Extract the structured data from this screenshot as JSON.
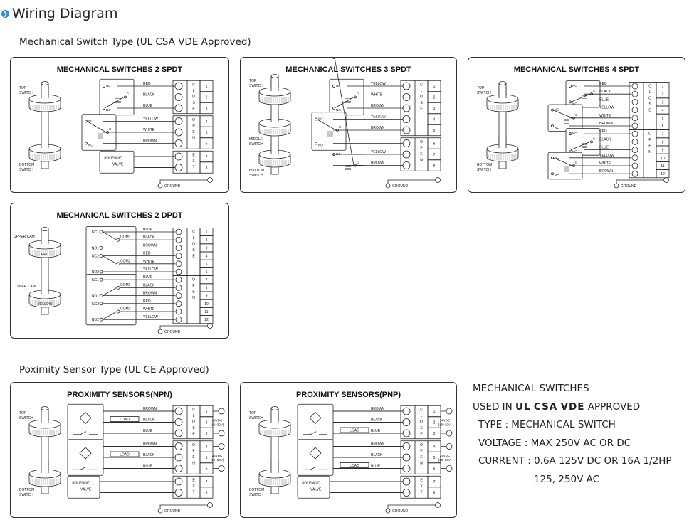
{
  "header": {
    "title": "Wiring Diagram",
    "icon": "chevron-right-circle-icon",
    "accent": "#2a8fd6"
  },
  "sections": {
    "mechanical": "Mechanical Switch Type (UL CSA VDE Approved)",
    "proximity": "Poximity Sensor Type (UL CE Approved)"
  },
  "panels": [
    {
      "id": "mech-2-spdt",
      "title": "MECHANICAL SWITCHES 2 SPDT",
      "cams": [
        "TOP SWITCH",
        "BOTTOM SWITCH"
      ],
      "wires": [
        "RED",
        "BLACK",
        "BLUE",
        "YELLOW",
        "WHITE",
        "BROWN",
        "",
        ""
      ],
      "groups": [
        {
          "label": "CLOSE",
          "numbers": [
            "1",
            "2",
            "3"
          ]
        },
        {
          "label": "OPEN",
          "numbers": [
            "4",
            "5",
            "6"
          ]
        },
        {
          "label": "EXT",
          "numbers": [
            "7",
            "8"
          ]
        }
      ],
      "switches": [
        [
          "NC",
          "C",
          "NO"
        ],
        [
          "NC",
          "C",
          "NO"
        ]
      ],
      "solenoid": "SOLENOID VALVE",
      "ground": "GROUND"
    },
    {
      "id": "mech-3-spdt",
      "title": "MECHANICAL SWITCHES 3 SPDT",
      "cams": [
        "TOP SWITCH",
        "MIDDLE SWITCH",
        "BOTTOM SWITCH"
      ],
      "wires": [
        "YELLOW",
        "WHITE",
        "BROWN",
        "YELLOW",
        "BROWN",
        "",
        "YELLOW",
        "BROWN"
      ],
      "groups": [
        {
          "label": "CLOSE",
          "numbers": [
            "1",
            "2",
            "3",
            "4",
            "5"
          ]
        },
        {
          "label": "OPEN",
          "numbers": [
            "6",
            "7",
            "8"
          ]
        }
      ],
      "switches": [
        [
          "NC",
          "C",
          "NO"
        ],
        [
          "NC",
          "C",
          "NO"
        ],
        [
          "NC",
          "C",
          "NO"
        ]
      ],
      "ground": "GROUND"
    },
    {
      "id": "mech-4-spdt",
      "title": "MECHANICAL SWITCHES 4 SPDT",
      "cams": [
        "TOP SWITCH",
        "BOTTOM SWITCH"
      ],
      "wires": [
        "RED",
        "BLACK",
        "BLUE",
        "YELLOW",
        "WHITE",
        "BROWN",
        "RED",
        "BLACK",
        "BLUE",
        "YELLOW",
        "WHITE",
        "BROWN"
      ],
      "groups": [
        {
          "label": "CLOSE",
          "numbers": [
            "1",
            "2",
            "3",
            "4",
            "5",
            "6"
          ]
        },
        {
          "label": "OPEN",
          "numbers": [
            "7",
            "8",
            "9",
            "10",
            "11",
            "12"
          ]
        }
      ],
      "switches": [
        [
          "NC",
          "C",
          "NO"
        ],
        [
          "NC",
          "C",
          "NO"
        ],
        [
          "NC",
          "C",
          "NO"
        ],
        [
          "NC",
          "C",
          "NO"
        ]
      ],
      "ground": "GROUND"
    },
    {
      "id": "mech-2-dpdt",
      "title": "MECHANICAL SWITCHES 2 DPDT",
      "cams": [
        "UPPER CAM",
        "LOWER CAM"
      ],
      "cam_colors": [
        "RED",
        "YELLOW"
      ],
      "wires": [
        "BLUE",
        "BLACK",
        "BROWN",
        "RED",
        "WHITE",
        "YELLOW",
        "BLUE",
        "BLACK",
        "BROWN",
        "RED",
        "WHITE",
        "YELLOW"
      ],
      "groups": [
        {
          "label": "CLOSE",
          "numbers": [
            "1",
            "2",
            "3",
            "4",
            "5",
            "6"
          ]
        },
        {
          "label": "OPEN",
          "numbers": [
            "7",
            "8",
            "9",
            "10",
            "11",
            "12"
          ]
        }
      ],
      "switches": [
        [
          "NC1",
          "COM1",
          "NO1",
          "NC2",
          "COM2",
          "NO2"
        ],
        [
          "NC1",
          "COM1",
          "NO1",
          "NC2",
          "COM2",
          "NO2"
        ]
      ],
      "ground": "GROUND"
    },
    {
      "id": "prox-npn",
      "title": "PROXIMITY SENSORS(NPN)",
      "cams": [
        "TOP SWITCH",
        "BOTTOM SWITCH"
      ],
      "wires": [
        "BROWN",
        "BLACK",
        "BLUE",
        "BROWN",
        "BLACK",
        "BLUE",
        "",
        ""
      ],
      "groups": [
        {
          "label": "CLOSE",
          "numbers": [
            "1",
            "2",
            "3"
          ]
        },
        {
          "label": "OPEN",
          "numbers": [
            "4",
            "5",
            "6"
          ]
        },
        {
          "label": "EXT",
          "numbers": [
            "7",
            "8"
          ]
        }
      ],
      "load": "LOAD",
      "power": "24VDC (10~30V)",
      "solenoid": "SOLENOID VALVE",
      "ground": "GROUND",
      "load_row": 1
    },
    {
      "id": "prox-pnp",
      "title": "PROXIMITY SENSORS(PNP)",
      "cams": [
        "TOP SWITCH",
        "BOTTOM SWITCH"
      ],
      "wires": [
        "BROWN",
        "BLACK",
        "BLUE",
        "BROWN",
        "BLACK",
        "BLUE",
        "",
        ""
      ],
      "groups": [
        {
          "label": "CLOSE",
          "numbers": [
            "1",
            "2",
            "3"
          ]
        },
        {
          "label": "OPEN",
          "numbers": [
            "4",
            "5",
            "6"
          ]
        },
        {
          "label": "EXT",
          "numbers": [
            "7",
            "8"
          ]
        }
      ],
      "load": "LOAD",
      "power": "24VDC (10~30V)",
      "solenoid": "SOLENOID VALVE",
      "ground": "GROUND",
      "load_row": 2
    }
  ],
  "specs": {
    "line1": "MECHANICAL SWITCHES",
    "used_in": "USED IN",
    "marks": [
      "UL",
      "CSA",
      "VDE"
    ],
    "approved": "APPROVED",
    "type": "TYPE : MECHANICAL SWITCH",
    "voltage": "VOLTAGE : MAX 250V AC OR DC",
    "current": "CURRENT : 0.6A 125V DC OR 16A 1/2HP",
    "current2": "125, 250V AC"
  }
}
